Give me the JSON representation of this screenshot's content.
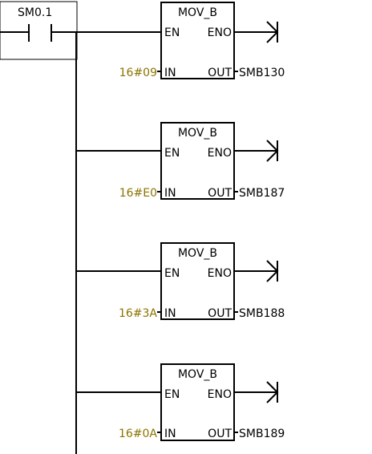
{
  "contact": {
    "label": "SM0.1"
  },
  "blocks": [
    {
      "title": "MOV_B",
      "en": "EN",
      "eno": "ENO",
      "in_pin": "IN",
      "out_pin": "OUT",
      "in_value": "16#09",
      "out_value": "SMB130"
    },
    {
      "title": "MOV_B",
      "en": "EN",
      "eno": "ENO",
      "in_pin": "IN",
      "out_pin": "OUT",
      "in_value": "16#E0",
      "out_value": "SMB187"
    },
    {
      "title": "MOV_B",
      "en": "EN",
      "eno": "ENO",
      "in_pin": "IN",
      "out_pin": "OUT",
      "in_value": "16#3A",
      "out_value": "SMB188"
    },
    {
      "title": "MOV_B",
      "en": "EN",
      "eno": "ENO",
      "in_pin": "IN",
      "out_pin": "OUT",
      "in_value": "16#0A",
      "out_value": "SMB189"
    }
  ],
  "colors": {
    "line": "#000000",
    "constant": "#8b7400",
    "background": "#ffffff"
  }
}
